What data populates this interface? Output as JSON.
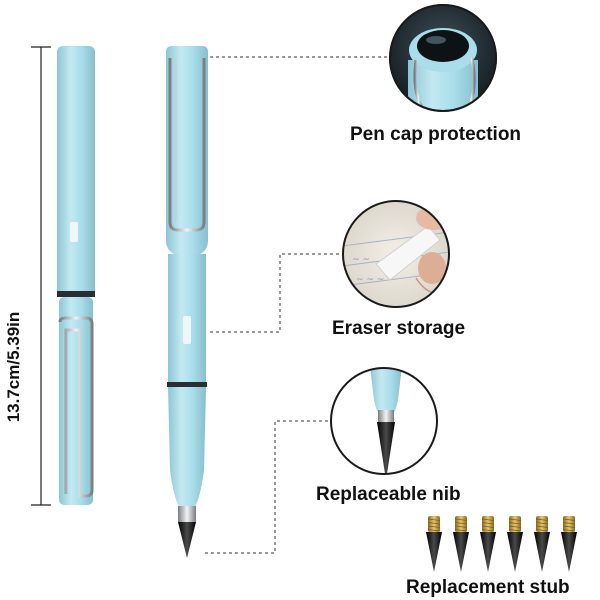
{
  "labels": {
    "dimension": "13.7cm/5.39in",
    "pen_cap": "Pen cap protection",
    "eraser": "Eraser storage",
    "nib": "Replaceable nib",
    "stub": "Replacement stub"
  },
  "colors": {
    "pen_body": "#a9dde9",
    "pen_highlight": "#d4f0f6",
    "pen_shadow": "#8cc6d4",
    "clip_silver": "#c9ccd0",
    "ring_dark": "#2a2e33",
    "nib_black": "#1a1a1a",
    "thread_gold": "#c9a24a",
    "leader_line": "#333333"
  },
  "stub_count": 6
}
